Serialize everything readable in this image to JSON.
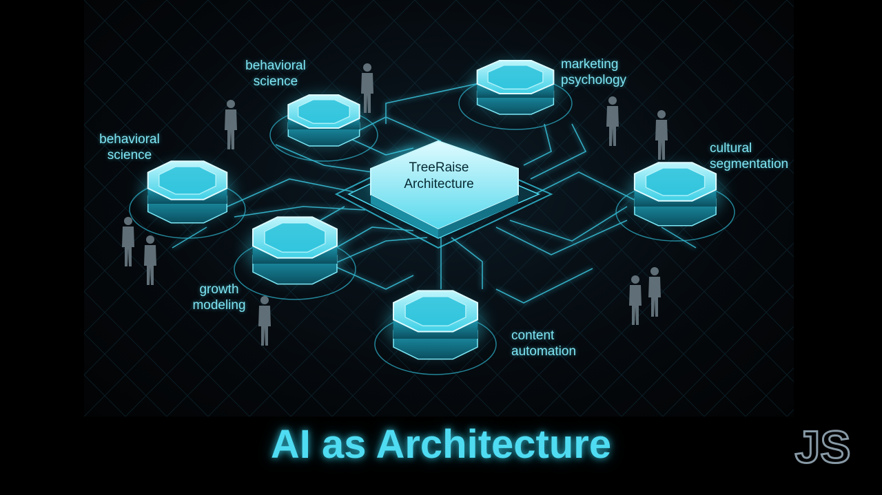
{
  "diagram": {
    "center": {
      "line1": "TreeRaise",
      "line2": "Architecture"
    },
    "nodes": [
      {
        "id": "top-left",
        "line1": "behavioral",
        "line2": "science"
      },
      {
        "id": "left",
        "line1": "behavioral",
        "line2": "science"
      },
      {
        "id": "lower-left",
        "line1": "growth",
        "line2": "modeling"
      },
      {
        "id": "top-right",
        "line1": "marketing",
        "line2": "psychology"
      },
      {
        "id": "right",
        "line1": "cultural",
        "line2": "segmentation"
      },
      {
        "id": "bottom",
        "line1": "content",
        "line2": "automation"
      }
    ]
  },
  "title": "AI as Architecture",
  "logo": {
    "text": "JS"
  },
  "colors": {
    "accent": "#4fdcf2",
    "glow": "#29c6e0",
    "background": "#000000"
  }
}
